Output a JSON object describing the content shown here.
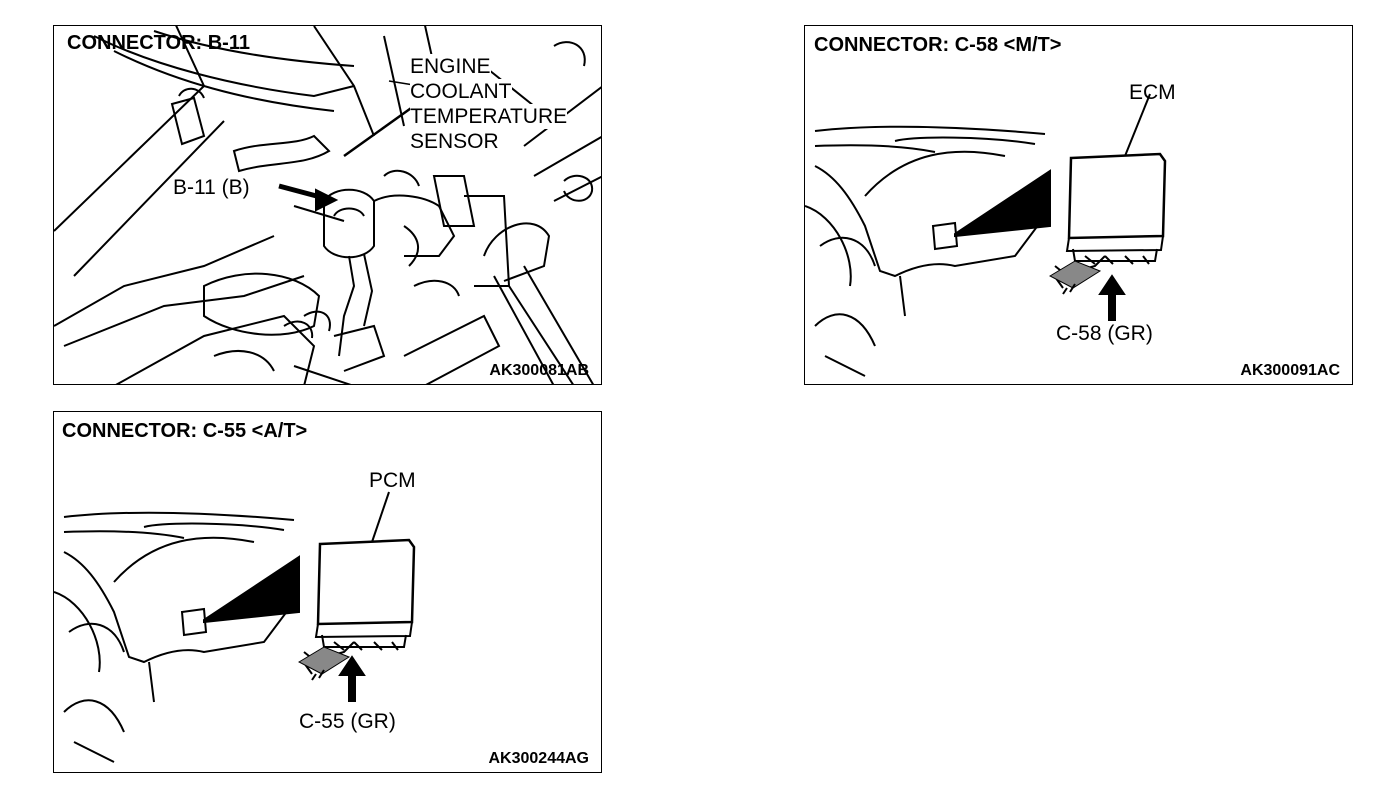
{
  "panels": {
    "b11": {
      "title": "CONNECTOR: B-11",
      "callout": [
        "ENGINE",
        "COOLANT",
        "TEMPERATURE",
        "SENSOR"
      ],
      "connector_label": "B-11 (B)",
      "code": "AK300081AB"
    },
    "c58": {
      "title": "CONNECTOR: C-58 <M/T>",
      "module_label": "ECM",
      "connector_label": "C-58 (GR)",
      "code": "AK300091AC"
    },
    "c55": {
      "title": "CONNECTOR: C-55 <A/T>",
      "module_label": "PCM",
      "connector_label": "C-55 (GR)",
      "code": "AK300244AG"
    }
  }
}
